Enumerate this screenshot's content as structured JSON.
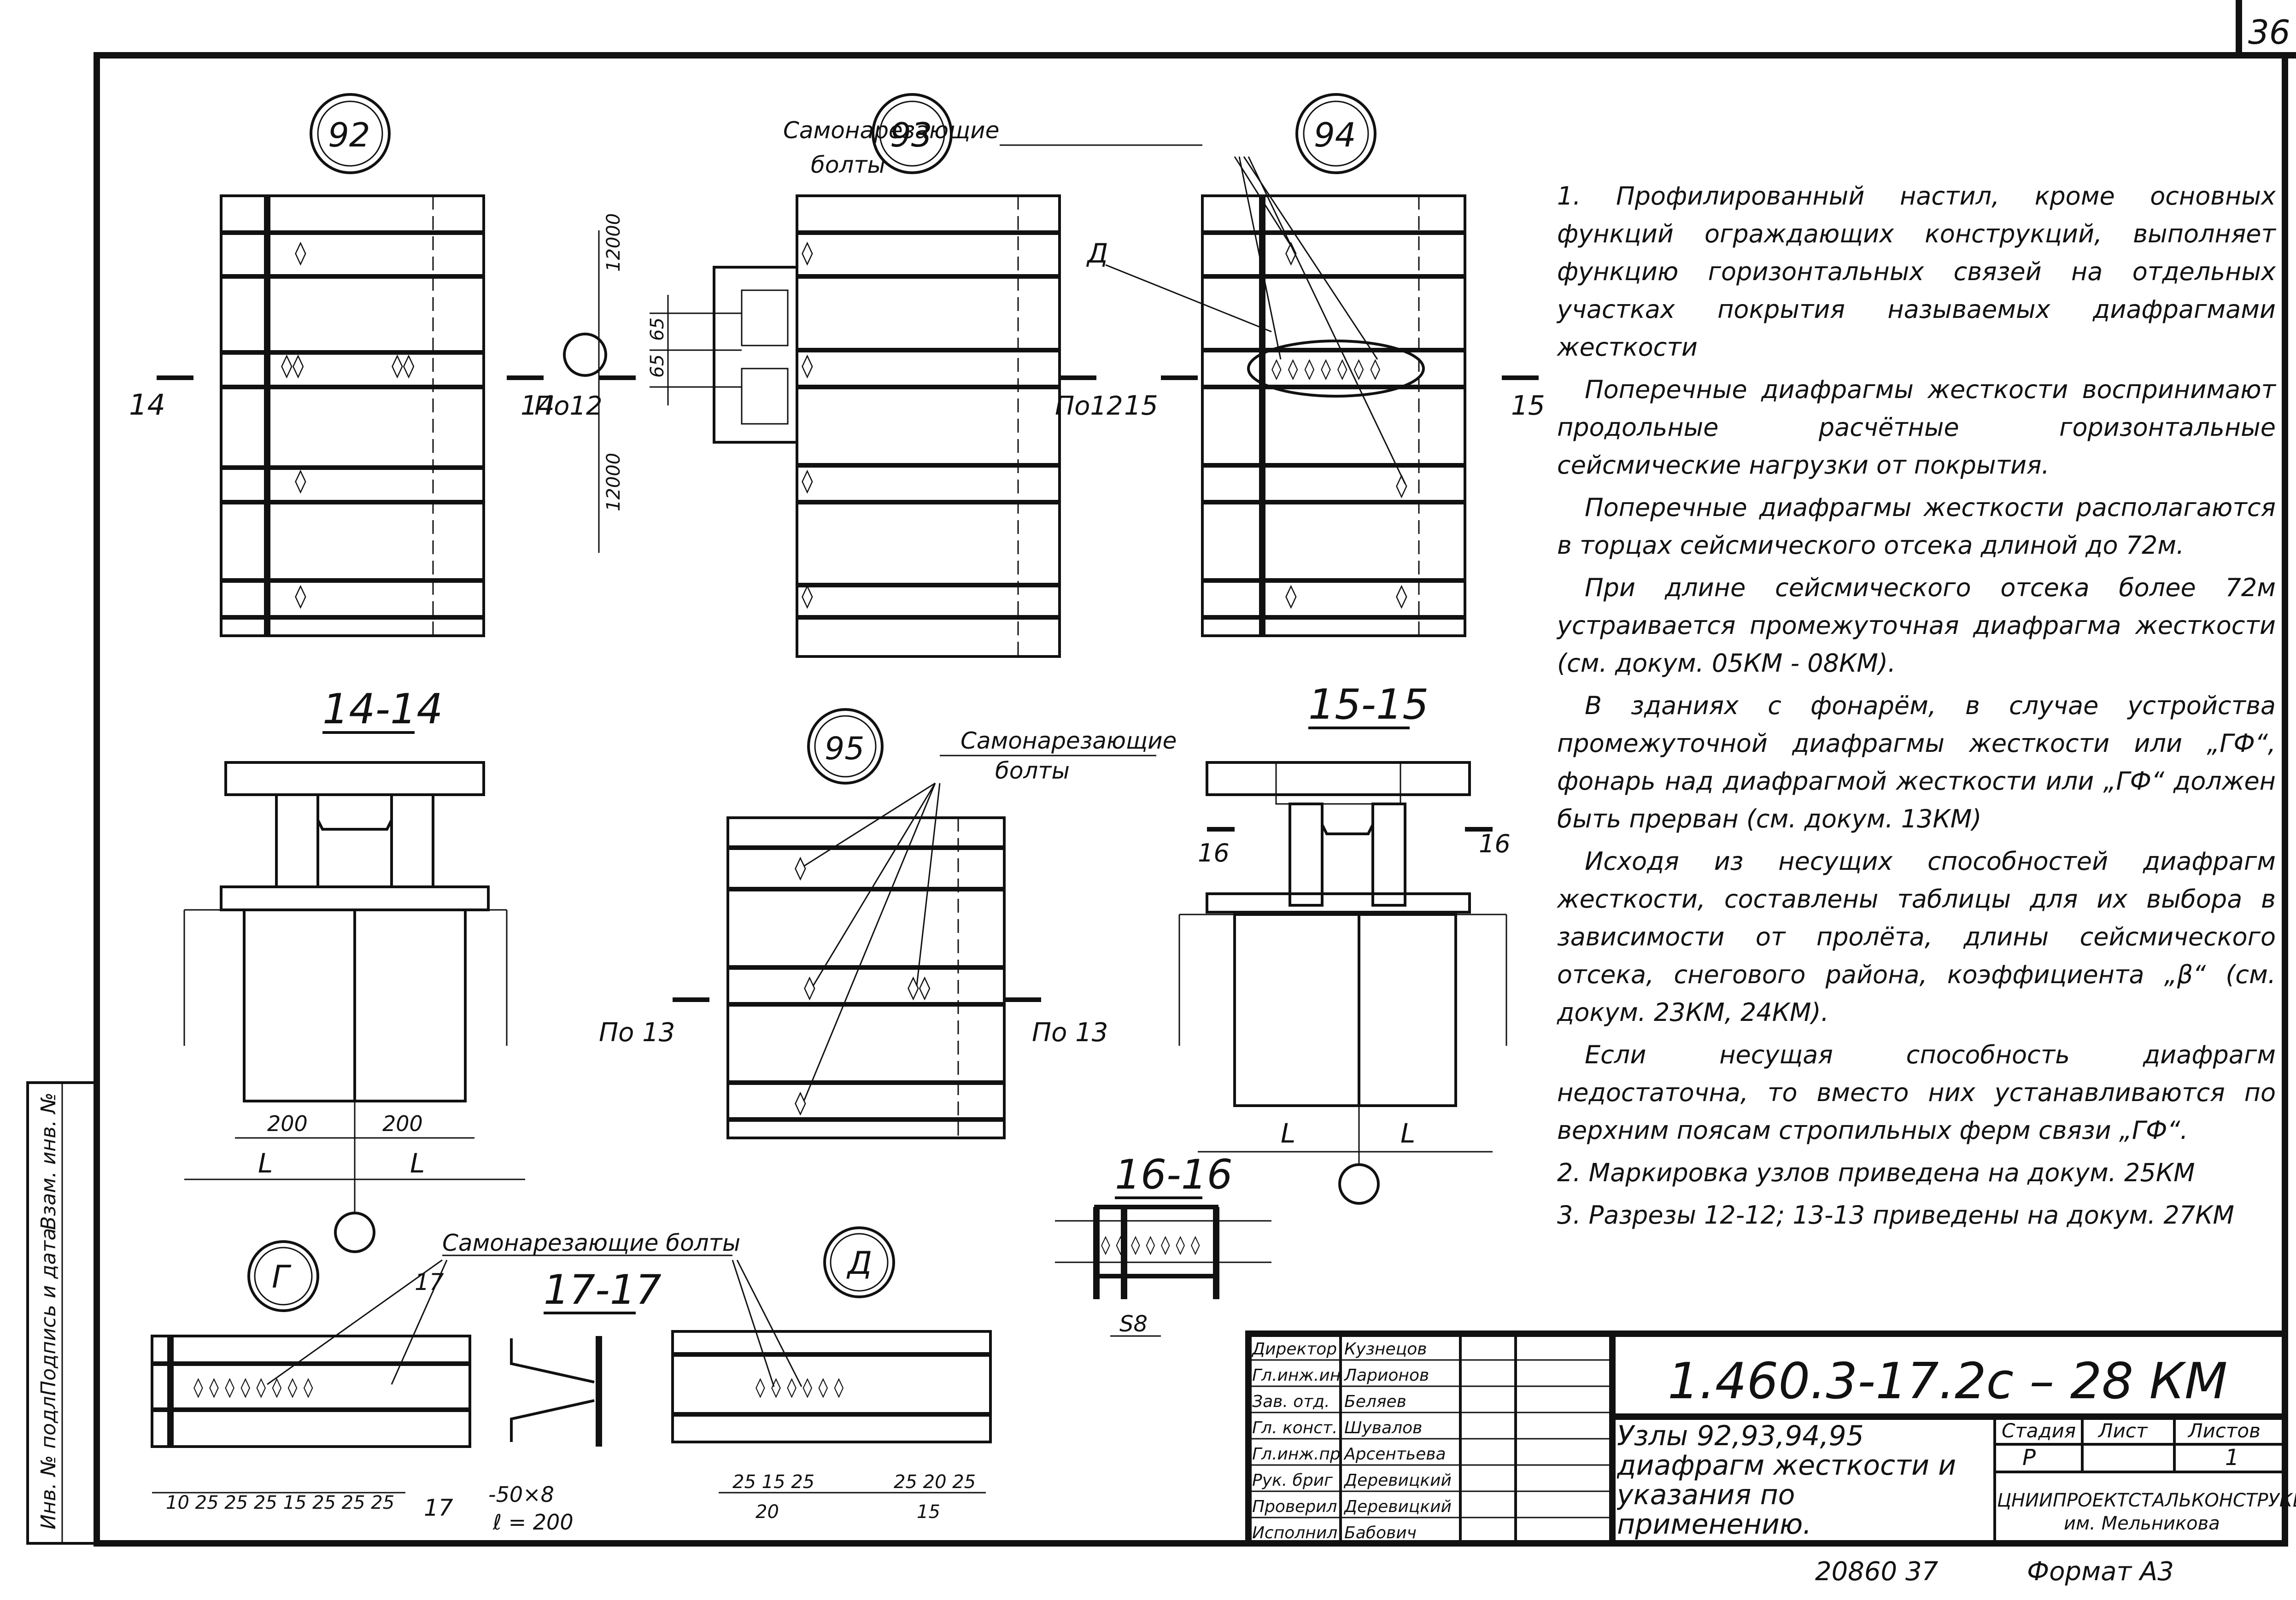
{
  "page_number": "36",
  "nodes": {
    "n92": "92",
    "n93": "93",
    "n94": "94",
    "n95": "95",
    "g": "Г",
    "d": "Д"
  },
  "labels": {
    "self_tapping_bolts_1": "Самонарезающие",
    "self_tapping_bolts_2": "болты",
    "self_tapping_bolts_full": "Самонарезающие болты",
    "d_marker": "Д",
    "dim_12000_top": "12000",
    "dim_12000_bottom": "12000",
    "dim_65_a": "65",
    "dim_65_b": "65"
  },
  "cuts": {
    "c14_left": "14",
    "c14_right": "14",
    "c12_left": "По12",
    "c12_right": "По12",
    "c15_left": "15",
    "c15_right": "15",
    "c13_left": "По 13",
    "c13_right": "По 13",
    "c16_left": "16",
    "c16_right": "16",
    "c17_top": "17",
    "c17_bottom": "17"
  },
  "sections": {
    "s14": "14-14",
    "s15": "15-15",
    "s16": "16-16",
    "s17": "17-17"
  },
  "dims": {
    "d200a": "200",
    "d200b": "200",
    "la": "L",
    "lb": "L",
    "lc": "L",
    "ld": "L",
    "s8": "S8",
    "plate": "-50×8",
    "plate_len": "ℓ = 200",
    "g_row": "10  25  25  25  15   25  25  25",
    "d_row1": "25   15  25",
    "d_row1b": "20",
    "d_row2": "25   20  25",
    "d_row2b": "15"
  },
  "notes": [
    "1. Профилированный настил, кроме основных функций ограждающих конструкций, выполняет функцию горизонтальных связей на отдельных участках покрытия называемых диафрагмами жесткости",
    "Поперечные диафрагмы жесткости воспринимают продольные расчётные горизонтальные сейсмические нагрузки от покрытия.",
    "Поперечные диафрагмы жесткости располагаются в торцах сейсмического отсека длиной до 72м.",
    "При длине сейсмического отсека более 72м устраивается промежуточная диафрагма жесткости (см. докум. 05КМ - 08КМ).",
    "В зданиях с фонарём, в случае устройства промежуточной диафрагмы жесткости или „ГФ“, фонарь над диафрагмой жесткости или „ГФ“ должен быть прерван (см. докум. 13КМ)",
    "Исходя из несущих способностей диафрагм жесткости, составлены таблицы для их выбора в зависимости от пролёта, длины сейсмического отсека, снегового района, коэффициента „β“ (см. докум. 23КМ, 24КМ).",
    "Если несущая способность диафрагм недостаточна, то вместо них устанавливаются по верхним поясам стропильных ферм связи „ГФ“.",
    "2. Маркировка узлов приведена на докум. 25КМ",
    "3. Разрезы 12-12; 13-13 приведены на докум. 27КМ"
  ],
  "title_block": {
    "roles": [
      "Директор",
      "Гл.инж.ин",
      "Зав. отд.",
      "Гл. конст.",
      "Гл.инж.пр",
      "Рук. бриг",
      "Проверил",
      "Исполнил"
    ],
    "names": [
      "Кузнецов",
      "Ларионов",
      "Беляев",
      "Шувалов",
      "Арсентьева",
      "Деревицкий",
      "Деревицкий",
      "Бабович"
    ],
    "document_code": "1.460.3-17.2с – 28 КМ",
    "drawing_title": "Узлы 92,93,94,95 диафрагм жесткости и указания по применению.",
    "stage_header": "Стадия",
    "sheet_header": "Лист",
    "sheets_header": "Листов",
    "stage": "Р",
    "sheet": "",
    "sheets": "1",
    "organization_1": "ЦНИИПРОЕКТСТАЛЬКОНСТРУКЦИЯ",
    "organization_2": "им. Мельникова",
    "archive_number": "20860 37",
    "format": "Формат А3"
  },
  "side_stamp": {
    "inv_podl": "Инв. № подл.",
    "podpis": "Подпись и дата",
    "vzam": "Взам. инв. №"
  }
}
